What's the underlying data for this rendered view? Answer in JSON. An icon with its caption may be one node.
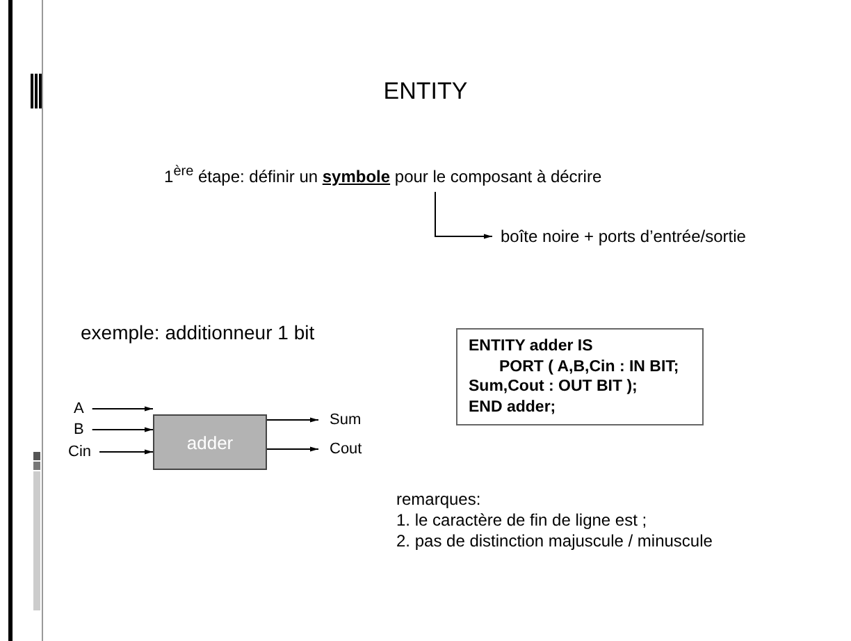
{
  "diagram": {
    "title": "ENTITY",
    "nodes": [
      {
        "text": [
          "1$^{ère}$ étape: définir un **symbole** pour le composant à décrire"
        ]
      },
      {
        "text": [
          "boîte noire + ports d’entrée/sortie"
        ]
      },
      {
        "text": [
          "A"
        ]
      },
      {
        "text": [
          "B"
        ]
      },
      {
        "text": [
          "Cin"
        ]
      },
      {
        "text": [
          "adder"
        ]
      },
      {
        "text": [
          "Sum"
        ]
      },
      {
        "text": [
          "Cout"
        ]
      },
      {
        "text": [
          "ENTITY adder IS",
          "PORT ( A,B,Cin : IN BIT;",
          "Sum,Cout : OUT BIT );",
          "END adder;"
        ]
      }
    ],
    "edges": [
      {
        "from": 0,
        "to": 1,
        "arrow": "to"
      },
      {
        "from": 2,
        "to": 5,
        "arrow": "to"
      },
      {
        "from": 3,
        "to": 5,
        "arrow": "to"
      },
      {
        "from": 4,
        "to": 5,
        "arrow": "to"
      },
      {
        "from": 5,
        "to": 6,
        "arrow": "to"
      },
      {
        "from": 5,
        "to": 7,
        "arrow": "to"
      }
    ],
    "labels": [
      "exemple: additionneur 1 bit",
      "remarques:",
      "1. le caractère de fin de ligne est ;",
      "2. pas de distinction majuscule / minuscule"
    ]
  }
}
